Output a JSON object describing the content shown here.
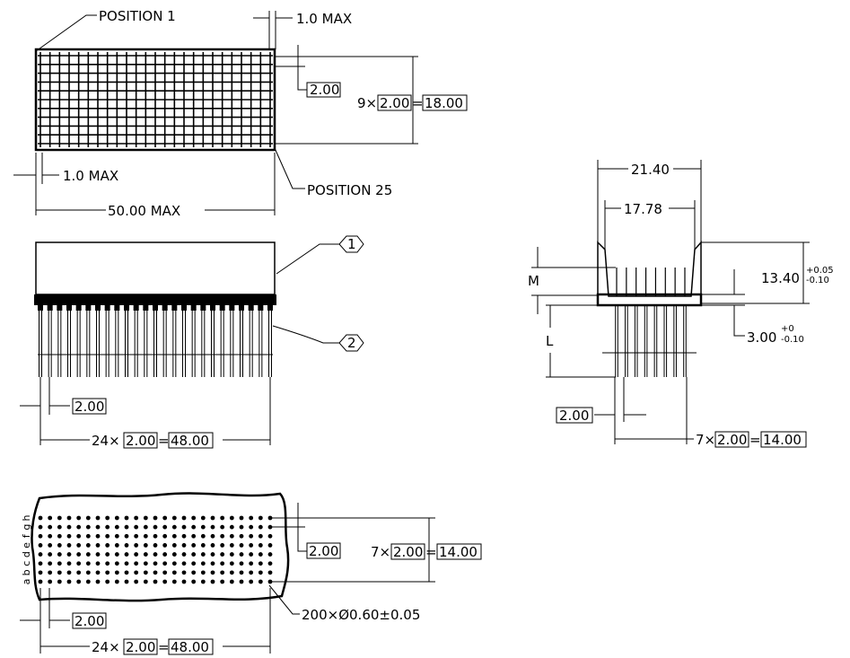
{
  "labels": {
    "position_1": "POSITION 1",
    "position_25": "POSITION 25",
    "one_max_top": "1.0 MAX",
    "one_max_left": "1.0 MAX",
    "fifty_max": "50.00 MAX",
    "pitch_top": "2.00",
    "nine_prefix": "9×",
    "nine_pitch": "2.00",
    "nine_eq": "=",
    "nine_total": "18.00",
    "callout_1": "1",
    "callout_2": "2",
    "side_pitch": "2.00",
    "side_prefix": "24×",
    "side_mid": "2.00",
    "side_eq": "=",
    "side_total": "48.00",
    "end_w1": "21.40",
    "end_w2": "17.78",
    "end_m": "M",
    "end_l": "L",
    "end_h_main": "13.40",
    "end_h_sup": "+0.05",
    "end_h_sub": "-0.10",
    "end_t_main": "3.00",
    "end_t_sup": "+0",
    "end_t_sub": "-0.10",
    "end_pitch": "2.00",
    "end_prefix": "7×",
    "end_mid": "2.00",
    "end_eq": "=",
    "end_total": "14.00",
    "bot_pitch_v": "2.00",
    "bot_prefix_v": "7×",
    "bot_mid_v": "2.00",
    "bot_eq_v": "=",
    "bot_total_v": "14.00",
    "holes": "200×Ø0.60±0.05",
    "bot_pitch_h": "2.00",
    "bot_prefix_h": "24×",
    "bot_mid_h": "2.00",
    "bot_eq_h": "=",
    "bot_total_h": "48.00"
  },
  "row_letters": [
    "h",
    "g",
    "f",
    "e",
    "d",
    "c",
    "b",
    "a"
  ]
}
